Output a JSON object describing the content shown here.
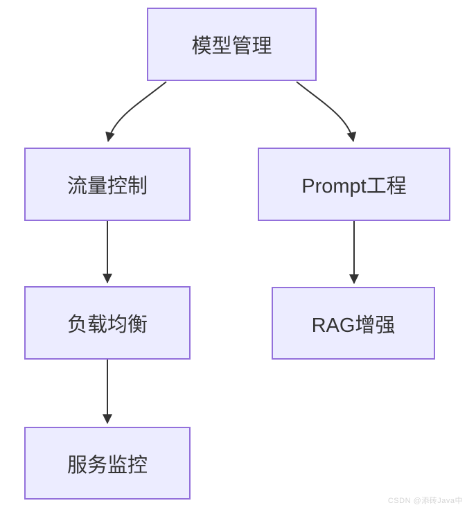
{
  "diagram": {
    "type": "flowchart",
    "nodes": {
      "model_management": {
        "label": "模型管理"
      },
      "traffic_control": {
        "label": "流量控制"
      },
      "prompt_engineering": {
        "label": "Prompt工程"
      },
      "load_balancing": {
        "label": "负载均衡"
      },
      "rag_enhancement": {
        "label": "RAG增强"
      },
      "service_monitoring": {
        "label": "服务监控"
      }
    },
    "edges": [
      {
        "from": "模型管理",
        "to": "流量控制"
      },
      {
        "from": "模型管理",
        "to": "Prompt工程"
      },
      {
        "from": "流量控制",
        "to": "负载均衡"
      },
      {
        "from": "负载均衡",
        "to": "服务监控"
      },
      {
        "from": "Prompt工程",
        "to": "RAG增强"
      }
    ],
    "colors": {
      "node_fill": "#ECECFF",
      "node_border": "#9370DB",
      "edge_stroke": "#333333",
      "text": "#333333",
      "background": "#ffffff"
    }
  },
  "watermark": {
    "text": "CSDN @添砖Java中"
  }
}
